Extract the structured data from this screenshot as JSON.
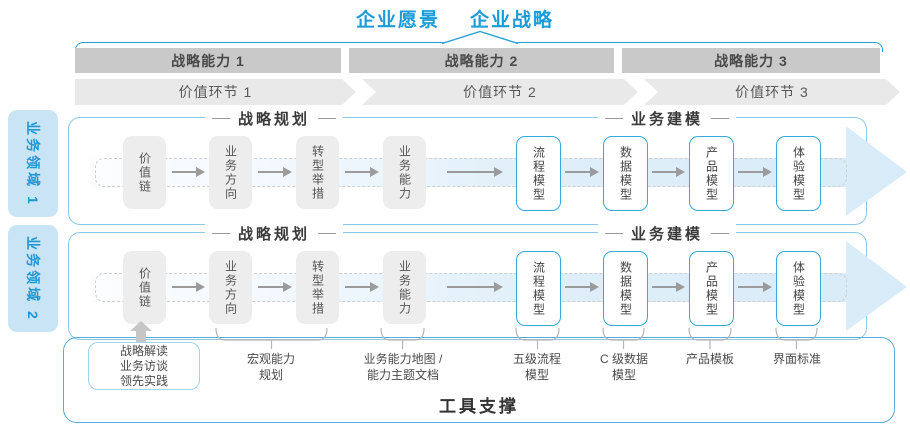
{
  "title": {
    "vision": "企业愿景",
    "strategy": "企业战略"
  },
  "capabilities": [
    "战略能力 1",
    "战略能力 2",
    "战略能力 3"
  ],
  "value_links": [
    "价值环节 1",
    "价值环节 2",
    "价值环节 3"
  ],
  "domain_labels": [
    "业务领域 1",
    "业务领域 2"
  ],
  "domains": [
    {
      "planning_header": "战略规划",
      "modeling_header": "业务建模",
      "boxes": [
        {
          "label": "价值链",
          "style": "gray"
        },
        {
          "label": "业务方向",
          "style": "gray"
        },
        {
          "label": "转型举措",
          "style": "gray"
        },
        {
          "label": "业务能力",
          "style": "gray"
        },
        {
          "label": "流程模型",
          "style": "cyan"
        },
        {
          "label": "数据模型",
          "style": "cyan"
        },
        {
          "label": "产品模型",
          "style": "cyan"
        },
        {
          "label": "体验模型",
          "style": "cyan"
        }
      ]
    },
    {
      "planning_header": "战略规划",
      "modeling_header": "业务建模",
      "boxes": [
        {
          "label": "价值链",
          "style": "gray"
        },
        {
          "label": "业务方向",
          "style": "gray"
        },
        {
          "label": "转型举措",
          "style": "gray"
        },
        {
          "label": "业务能力",
          "style": "gray"
        },
        {
          "label": "流程模型",
          "style": "cyan"
        },
        {
          "label": "数据模型",
          "style": "cyan"
        },
        {
          "label": "产品模型",
          "style": "cyan"
        },
        {
          "label": "体验模型",
          "style": "cyan"
        }
      ]
    }
  ],
  "annotations": {
    "inputs_box": "战略解读\n业务访谈\n领先实践",
    "macro": "宏观能力\n规划",
    "capmap": "业务能力地图 /\n能力主题文档",
    "l5process": "五级流程\n模型",
    "cdata": "C 级数据\n模型",
    "product_tmpl": "产品模板",
    "ui_std": "界面标准"
  },
  "tools_label": "工具支撑",
  "colors": {
    "accent_blue": "#1b9cd8",
    "bar_gray": "#c9c9c9",
    "chevron_gray": "#e9e9e9",
    "domain_border": "#8cc8e8",
    "node_gray_fill": "#ededed",
    "cyan_box_border": "#36a9dc",
    "domain_label_bg": "#c9e5f5",
    "tools_border": "#54acdc",
    "band_blue": "#d9ebf8"
  }
}
